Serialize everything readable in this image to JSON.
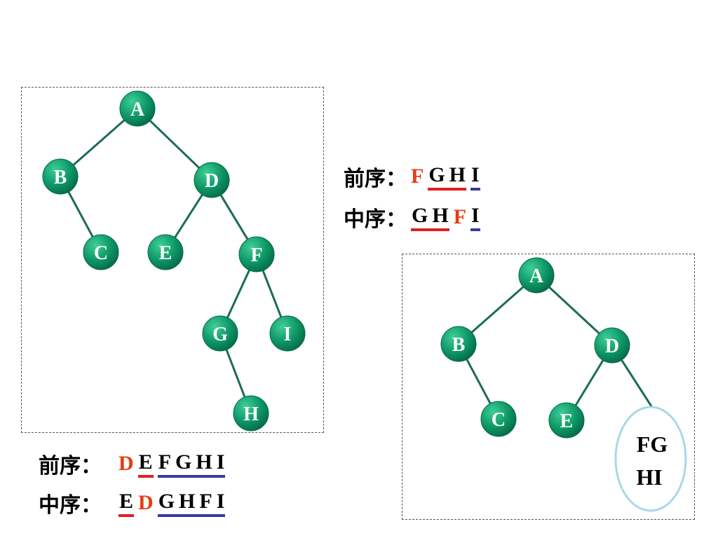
{
  "colors": {
    "node_fill": "#0f9a6a",
    "node_dark": "#056b47",
    "edge": "#1b6b5a",
    "highlight": "#e63c14",
    "underline_red": "#e02020",
    "underline_blue": "#3a3aa0",
    "oval_stroke": "#a8d8e8"
  },
  "left_tree": {
    "nodes": [
      "A",
      "B",
      "D",
      "C",
      "E",
      "F",
      "G",
      "I",
      "H"
    ]
  },
  "right_tree": {
    "nodes": [
      "A",
      "B",
      "D",
      "C",
      "E"
    ],
    "subtree_label_line1": "FG",
    "subtree_label_line2": "HI"
  },
  "sequences": {
    "bottom_left": {
      "preorder_label": "前序：",
      "preorder": [
        "D",
        "E",
        "F",
        "G",
        "H",
        "I"
      ],
      "inorder_label": "中序：",
      "inorder": [
        "E",
        "D",
        "G",
        "H",
        "F",
        "I"
      ]
    },
    "top_right": {
      "preorder_label": "前序：",
      "preorder": [
        "F",
        "G",
        "H",
        "I"
      ],
      "inorder_label": "中序：",
      "inorder": [
        "G",
        "H",
        "F",
        "I"
      ]
    }
  }
}
